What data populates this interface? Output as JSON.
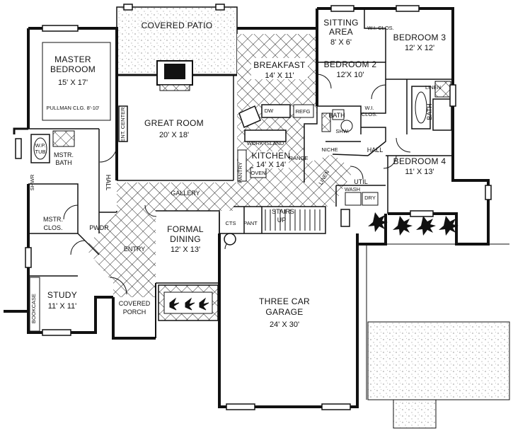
{
  "rooms": {
    "covered_patio": {
      "name": "COVERED PATIO"
    },
    "master_bedroom": {
      "name_line1": "MASTER",
      "name_line2": "BEDROOM",
      "dim": "15' X 17'",
      "note": "PULLMAN CLG. 8'-10'"
    },
    "breakfast": {
      "name": "BREAKFAST",
      "dim": "14' X 11'"
    },
    "sitting_area": {
      "name_line1": "SITTING",
      "name_line2": "AREA",
      "dim": "8' X 6'"
    },
    "bedroom3": {
      "name": "BEDROOM 3",
      "dim": "12' X 12'"
    },
    "bedroom2": {
      "name": "BEDROOM 2",
      "dim": "12'X 10'"
    },
    "great_room": {
      "name": "GREAT ROOM",
      "dim": "20' X 18'"
    },
    "kitchen": {
      "name": "KITCHEN",
      "dim": "14' X 14'"
    },
    "bedroom4": {
      "name": "BEDROOM 4",
      "dim": "11' X 13'"
    },
    "formal_dining": {
      "name_line1": "FORMAL",
      "name_line2": "DINING",
      "dim": "12' X 13'"
    },
    "study": {
      "name": "STUDY",
      "dim": "11' X 11'"
    },
    "garage": {
      "name_line1": "THREE CAR",
      "name_line2": "GARAGE",
      "dim": "24' X 30'"
    },
    "mstr_bath": {
      "name_line1": "MSTR.",
      "name_line2": "BATH"
    },
    "mstr_clos": {
      "name_line1": "MSTR.",
      "name_line2": "CLOS."
    },
    "covered_porch": {
      "name_line1": "COVERED",
      "name_line2": "PORCH"
    }
  },
  "labels": {
    "gallery": "GALLERY",
    "hall_left": "HALL",
    "hall_right": "HALL",
    "entry": "ENTRY",
    "pwdr": "PWDR",
    "stairs": "STAIRS",
    "stairs_up": "UP",
    "util": "UTIL",
    "wash": "WASH",
    "dry": "DRY",
    "niche": "NICHE",
    "linen_hall": "LINEN",
    "linen_bath": "LINEN",
    "bath_hall": "BATH",
    "bath_right": "BATH",
    "wi_clos_top": "W.I. CLOS.",
    "wi_clos_bed2_line1": "W.I.",
    "wi_clos_bed2_line2": "CLOS.",
    "pantry": "PANTRY",
    "work_island": "WORK ISLAND",
    "range": "RANGE",
    "oven": "OVEN",
    "refg": "REFG",
    "dw": "DW",
    "ent_center": "ENT. CENTER",
    "wp_tub_line1": "W.P.",
    "wp_tub_line2": "TUB",
    "shwr_master": "SHWR",
    "shwr_hall": "SHW.",
    "cts": "CTS",
    "pant": "PANT",
    "bookcase": "BOOKCASE"
  }
}
